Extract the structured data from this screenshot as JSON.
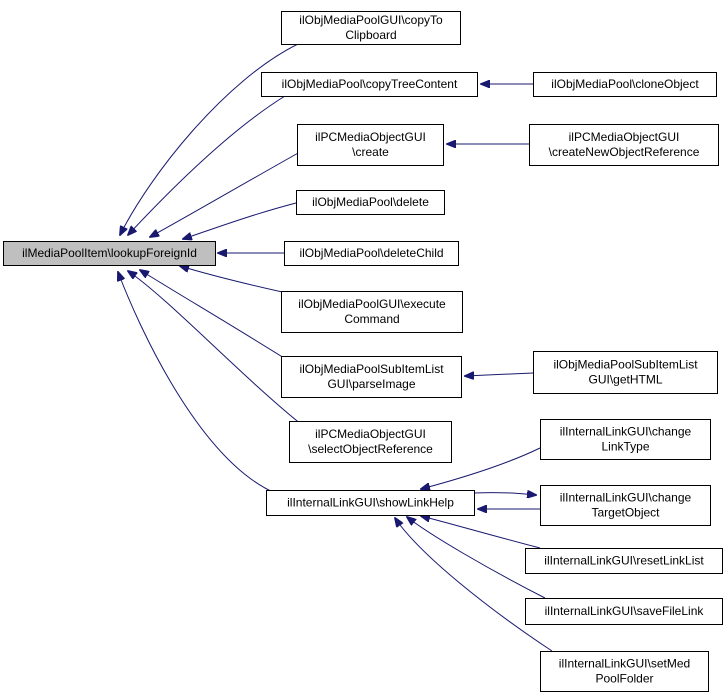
{
  "colors": {
    "edge": "#191970",
    "box_border": "#000000",
    "box_fill": "#ffffff",
    "focus_fill": "#bfbfbf",
    "text": "#000000"
  },
  "nodes": {
    "lookup": {
      "lines": [
        "ilMediaPoolItem\\lookupForeignId"
      ],
      "focus": true
    },
    "copyclip": {
      "lines": [
        "ilObjMediaPoolGUI\\copyTo",
        "Clipboard"
      ]
    },
    "copytree": {
      "lines": [
        "ilObjMediaPool\\copyTreeContent"
      ]
    },
    "clone": {
      "lines": [
        "ilObjMediaPool\\cloneObject"
      ]
    },
    "pccreate": {
      "lines": [
        "ilPCMediaObjectGUI",
        "\\create"
      ]
    },
    "pcnewref": {
      "lines": [
        "ilPCMediaObjectGUI",
        "\\createNewObjectReference"
      ]
    },
    "delete": {
      "lines": [
        "ilObjMediaPool\\delete"
      ]
    },
    "delchild": {
      "lines": [
        "ilObjMediaPool\\deleteChild"
      ]
    },
    "execute": {
      "lines": [
        "ilObjMediaPoolGUI\\execute",
        "Command"
      ]
    },
    "parse": {
      "lines": [
        "ilObjMediaPoolSubItemList",
        "GUI\\parseImage"
      ]
    },
    "gethtml": {
      "lines": [
        "ilObjMediaPoolSubItemList",
        "GUI\\getHTML"
      ]
    },
    "selref": {
      "lines": [
        "ilPCMediaObjectGUI",
        "\\selectObjectReference"
      ]
    },
    "showhelp": {
      "lines": [
        "ilInternalLinkGUI\\showLinkHelp"
      ]
    },
    "chglink": {
      "lines": [
        "ilInternalLinkGUI\\change",
        "LinkType"
      ]
    },
    "chgtarget": {
      "lines": [
        "ilInternalLinkGUI\\change",
        "TargetObject"
      ]
    },
    "reset": {
      "lines": [
        "ilInternalLinkGUI\\resetLinkList"
      ]
    },
    "savefile": {
      "lines": [
        "ilInternalLinkGUI\\saveFileLink"
      ]
    },
    "setmed": {
      "lines": [
        "ilInternalLinkGUI\\setMed",
        "PoolFolder"
      ]
    }
  },
  "edges": [
    {
      "from": "copyclip",
      "to": "lookup"
    },
    {
      "from": "copytree",
      "to": "lookup"
    },
    {
      "from": "pccreate",
      "to": "lookup"
    },
    {
      "from": "delete",
      "to": "lookup"
    },
    {
      "from": "delchild",
      "to": "lookup"
    },
    {
      "from": "execute",
      "to": "lookup"
    },
    {
      "from": "parse",
      "to": "lookup"
    },
    {
      "from": "selref",
      "to": "lookup"
    },
    {
      "from": "showhelp",
      "to": "lookup"
    },
    {
      "from": "clone",
      "to": "copytree"
    },
    {
      "from": "pcnewref",
      "to": "pccreate"
    },
    {
      "from": "gethtml",
      "to": "parse"
    },
    {
      "from": "chglink",
      "to": "showhelp"
    },
    {
      "from": "chgtarget",
      "to": "showhelp"
    },
    {
      "from": "showhelp",
      "to": "chgtarget"
    },
    {
      "from": "reset",
      "to": "showhelp"
    },
    {
      "from": "savefile",
      "to": "showhelp"
    },
    {
      "from": "setmed",
      "to": "showhelp"
    }
  ]
}
